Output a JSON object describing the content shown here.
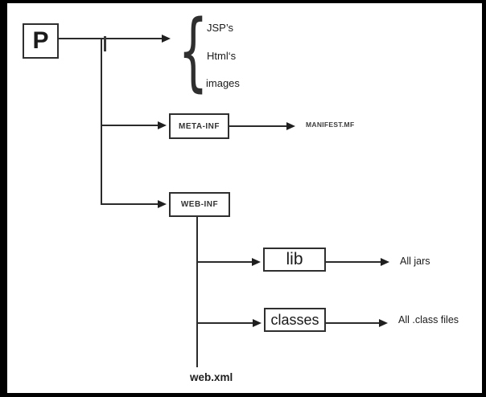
{
  "diagram": {
    "root_node": {
      "label": "P"
    },
    "files_group": {
      "brace": "{",
      "items": [
        {
          "label": "JSP’s"
        },
        {
          "label": "Html‘s"
        },
        {
          "label": "images"
        }
      ]
    },
    "meta_inf": {
      "label": "META-INF",
      "file": "MANIFEST.MF"
    },
    "web_inf": {
      "label": "WEB-INF",
      "lib": {
        "label": "lib",
        "contents": "All jars"
      },
      "classes": {
        "label": "classes",
        "contents": "All .class files"
      },
      "descriptor": "web.xml"
    },
    "colors": {
      "line": "#2b2b2b",
      "text": "#1a1a1a",
      "box_border": "#2f2f2f",
      "frame": "#000000",
      "background": "#ffffff"
    }
  }
}
